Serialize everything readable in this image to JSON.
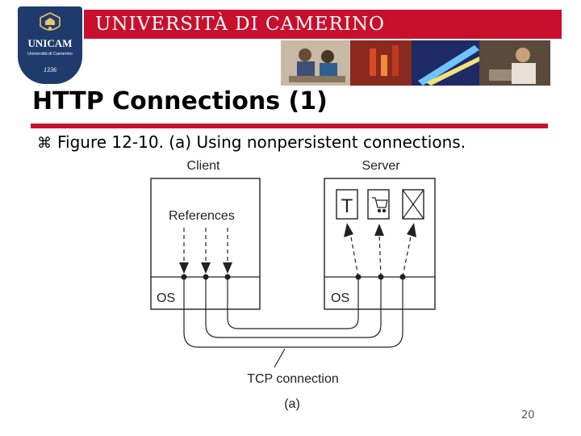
{
  "header": {
    "university_title": "UNIVERSITÀ DI CAMERINO",
    "logo": {
      "name": "UNICAM",
      "subtitle": "Università di Camerino",
      "year": "1336"
    },
    "brand_color": "#c8102e",
    "logo_color": "#1f3b6e"
  },
  "slide": {
    "title": "HTTP Connections (1)",
    "bullet_glyph": "z",
    "bullet_text": "Figure 12-10. (a) Using nonpersistent connections.",
    "page_number": "20"
  },
  "figure": {
    "client_label": "Client",
    "server_label": "Server",
    "references_label": "References",
    "client_os_label": "OS",
    "server_os_label": "OS",
    "server_icons": [
      "text-document-icon",
      "shopping-cart-icon",
      "crossed-image-icon"
    ],
    "text_icon_letter": "T",
    "connection_label": "TCP connection",
    "caption": "(a)"
  }
}
